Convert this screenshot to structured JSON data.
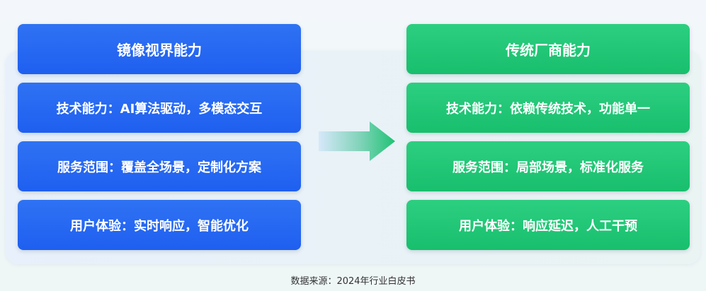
{
  "left": {
    "header": "镜像视界能力",
    "rows": [
      "技术能力：AI算法驱动，多模态交互",
      "服务范围：覆盖全场景，定制化方案",
      "用户体验：实时响应，智能优化"
    ]
  },
  "right": {
    "header": "传统厂商能力",
    "rows": [
      "技术能力：依赖传统技术，功能单一",
      "服务范围：局部场景，标准化服务",
      "用户体验：响应延迟，人工干预"
    ]
  },
  "source": "数据来源：2024年行业白皮书",
  "colors": {
    "left_box": "#2466f1",
    "right_box": "#1fc574",
    "arrow_start": "#cfe3f8",
    "arrow_end": "#20c274"
  },
  "arrow_icon": "right-arrow-icon"
}
